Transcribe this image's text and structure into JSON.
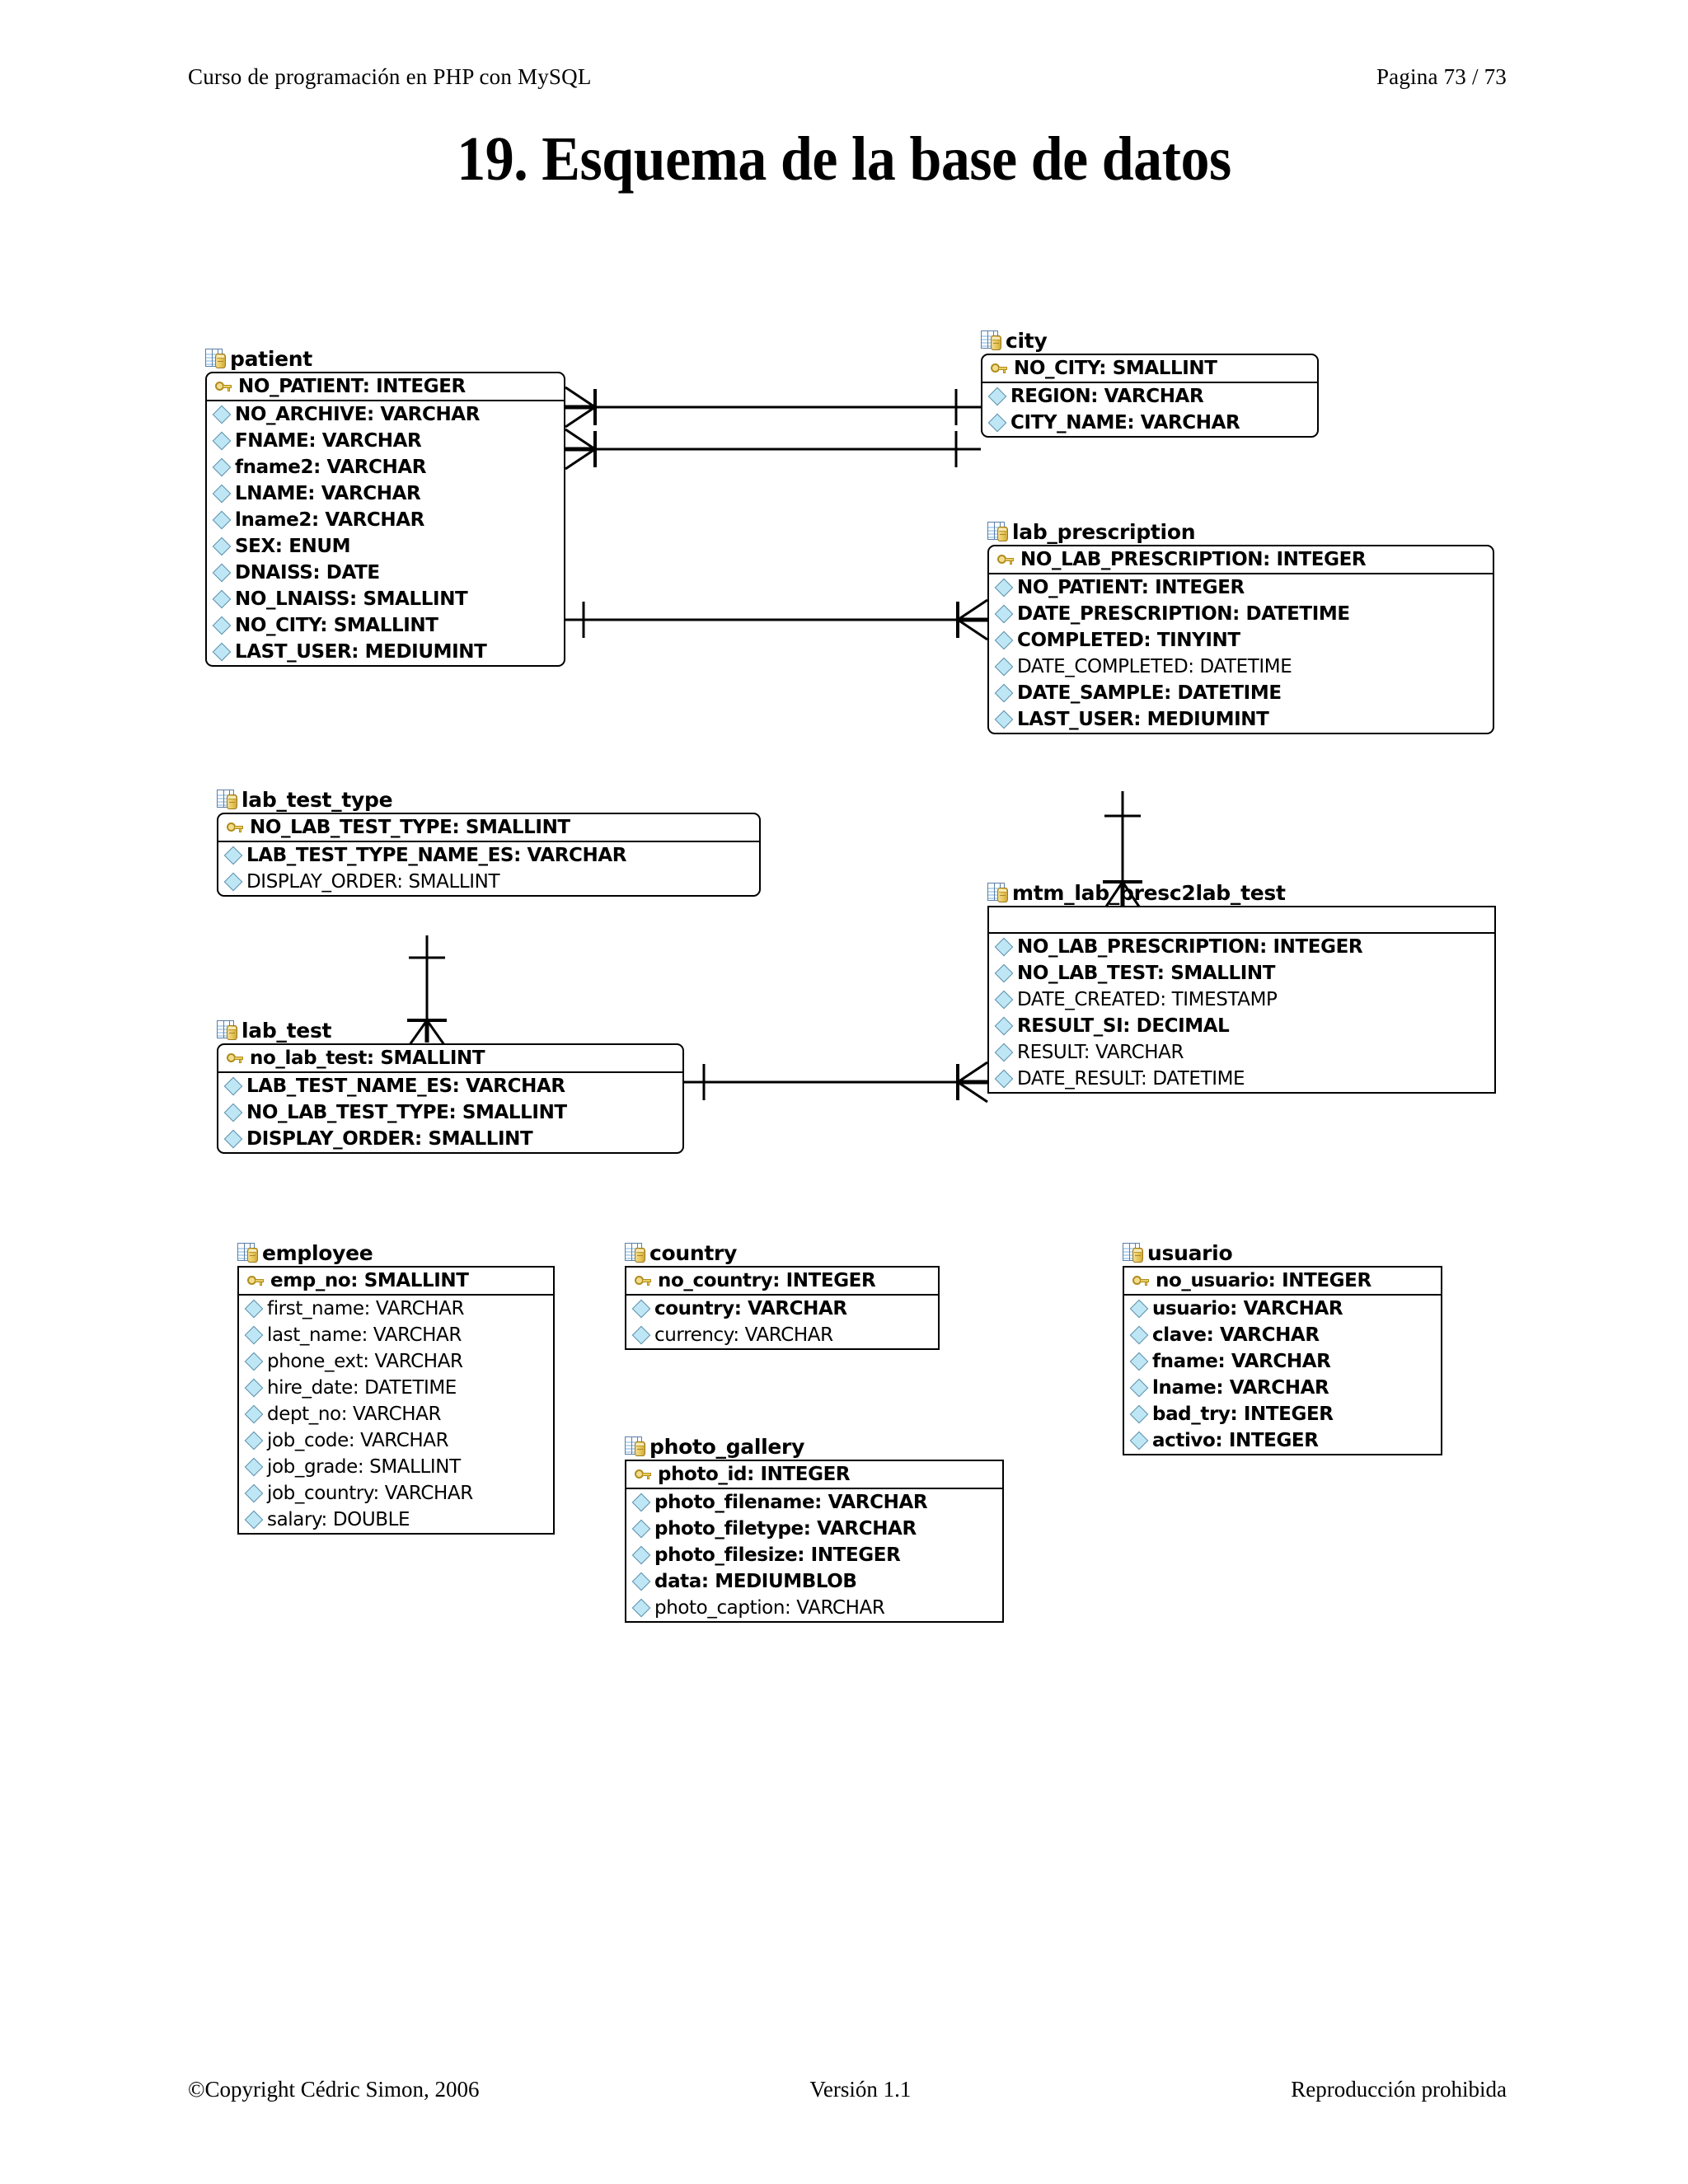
{
  "header": {
    "left": "Curso de programación en PHP con MySQL",
    "right": "Pagina 73 / 73"
  },
  "title": "19. Esquema de la base de datos",
  "footer": {
    "left": "©Copyright Cédric Simon, 2006",
    "middle": "Versión 1.1",
    "right": "Reproducción prohibida"
  },
  "colors": {
    "box_border": "#000000",
    "box_fill": "#ffffff",
    "pk_icon": "#e8cd63",
    "attr_icon": "#bfe6f5",
    "table_icon_blue": "#6f9fd0",
    "table_icon_yellow": "#e8c659",
    "connector": "#000000"
  },
  "diagram": {
    "type": "entity-relationship",
    "notation": "crows-foot",
    "entities": [
      {
        "name": "patient",
        "icon": "table-icon",
        "pk": [
          {
            "label": "NO_PATIENT: INTEGER",
            "icon": "key-icon",
            "bold": true
          }
        ],
        "attributes": [
          {
            "label": "NO_ARCHIVE: VARCHAR",
            "icon": "diamond-icon",
            "bold": true
          },
          {
            "label": "FNAME: VARCHAR",
            "icon": "diamond-icon",
            "bold": true
          },
          {
            "label": "fname2: VARCHAR",
            "icon": "diamond-icon",
            "bold": true
          },
          {
            "label": "LNAME: VARCHAR",
            "icon": "diamond-icon",
            "bold": true
          },
          {
            "label": "lname2: VARCHAR",
            "icon": "diamond-icon",
            "bold": true
          },
          {
            "label": "SEX: ENUM",
            "icon": "diamond-icon",
            "bold": true
          },
          {
            "label": "DNAISS: DATE",
            "icon": "diamond-icon",
            "bold": true
          },
          {
            "label": "NO_LNAISS: SMALLINT",
            "icon": "diamond-icon",
            "bold": true
          },
          {
            "label": "NO_CITY: SMALLINT",
            "icon": "diamond-icon",
            "bold": true
          },
          {
            "label": "LAST_USER: MEDIUMINT",
            "icon": "diamond-icon",
            "bold": true
          }
        ]
      },
      {
        "name": "city",
        "icon": "table-icon",
        "pk": [
          {
            "label": "NO_CITY: SMALLINT",
            "icon": "key-icon",
            "bold": true
          }
        ],
        "attributes": [
          {
            "label": "REGION: VARCHAR",
            "icon": "diamond-icon",
            "bold": true
          },
          {
            "label": "CITY_NAME: VARCHAR",
            "icon": "diamond-icon",
            "bold": true
          }
        ]
      },
      {
        "name": "lab_prescription",
        "icon": "table-icon",
        "pk": [
          {
            "label": "NO_LAB_PRESCRIPTION: INTEGER",
            "icon": "key-icon",
            "bold": true
          }
        ],
        "attributes": [
          {
            "label": "NO_PATIENT: INTEGER",
            "icon": "diamond-icon",
            "bold": true
          },
          {
            "label": "DATE_PRESCRIPTION: DATETIME",
            "icon": "diamond-icon",
            "bold": true
          },
          {
            "label": "COMPLETED: TINYINT",
            "icon": "diamond-icon",
            "bold": true
          },
          {
            "label": "DATE_COMPLETED: DATETIME",
            "icon": "diamond-icon",
            "bold": false
          },
          {
            "label": "DATE_SAMPLE: DATETIME",
            "icon": "diamond-icon",
            "bold": true
          },
          {
            "label": "LAST_USER: MEDIUMINT",
            "icon": "diamond-icon",
            "bold": true
          }
        ]
      },
      {
        "name": "lab_test_type",
        "icon": "table-icon",
        "pk": [
          {
            "label": "NO_LAB_TEST_TYPE: SMALLINT",
            "icon": "key-icon",
            "bold": true
          }
        ],
        "attributes": [
          {
            "label": "LAB_TEST_TYPE_NAME_ES: VARCHAR",
            "icon": "diamond-icon",
            "bold": true
          },
          {
            "label": "DISPLAY_ORDER: SMALLINT",
            "icon": "diamond-icon",
            "bold": false
          }
        ]
      },
      {
        "name": "mtm_lab_presc2lab_test",
        "icon": "table-icon",
        "pk": [
          {
            "label": "",
            "icon": "none",
            "bold": false
          }
        ],
        "attributes": [
          {
            "label": "NO_LAB_PRESCRIPTION: INTEGER",
            "icon": "diamond-icon",
            "bold": true
          },
          {
            "label": "NO_LAB_TEST: SMALLINT",
            "icon": "diamond-icon",
            "bold": true
          },
          {
            "label": "DATE_CREATED: TIMESTAMP",
            "icon": "diamond-icon",
            "bold": false
          },
          {
            "label": "RESULT_SI: DECIMAL",
            "icon": "diamond-icon",
            "bold": true
          },
          {
            "label": "RESULT: VARCHAR",
            "icon": "diamond-icon",
            "bold": false
          },
          {
            "label": "DATE_RESULT: DATETIME",
            "icon": "diamond-icon",
            "bold": false
          }
        ]
      },
      {
        "name": "lab_test",
        "icon": "table-icon",
        "pk": [
          {
            "label": "no_lab_test: SMALLINT",
            "icon": "key-icon",
            "bold": true
          }
        ],
        "attributes": [
          {
            "label": "LAB_TEST_NAME_ES: VARCHAR",
            "icon": "diamond-icon",
            "bold": true
          },
          {
            "label": "NO_LAB_TEST_TYPE: SMALLINT",
            "icon": "diamond-icon",
            "bold": true
          },
          {
            "label": "DISPLAY_ORDER: SMALLINT",
            "icon": "diamond-icon",
            "bold": true
          }
        ]
      },
      {
        "name": "employee",
        "icon": "table-icon",
        "pk": [
          {
            "label": "emp_no: SMALLINT",
            "icon": "key-icon",
            "bold": true
          }
        ],
        "attributes": [
          {
            "label": "first_name: VARCHAR",
            "icon": "diamond-icon",
            "bold": false
          },
          {
            "label": "last_name: VARCHAR",
            "icon": "diamond-icon",
            "bold": false
          },
          {
            "label": "phone_ext: VARCHAR",
            "icon": "diamond-icon",
            "bold": false
          },
          {
            "label": "hire_date: DATETIME",
            "icon": "diamond-icon",
            "bold": false
          },
          {
            "label": "dept_no: VARCHAR",
            "icon": "diamond-icon",
            "bold": false
          },
          {
            "label": "job_code: VARCHAR",
            "icon": "diamond-icon",
            "bold": false
          },
          {
            "label": "job_grade: SMALLINT",
            "icon": "diamond-icon",
            "bold": false
          },
          {
            "label": "job_country: VARCHAR",
            "icon": "diamond-icon",
            "bold": false
          },
          {
            "label": "salary: DOUBLE",
            "icon": "diamond-icon",
            "bold": false
          }
        ]
      },
      {
        "name": "country",
        "icon": "table-icon",
        "pk": [
          {
            "label": "no_country: INTEGER",
            "icon": "key-icon",
            "bold": true
          }
        ],
        "attributes": [
          {
            "label": "country: VARCHAR",
            "icon": "diamond-icon",
            "bold": true
          },
          {
            "label": "currency: VARCHAR",
            "icon": "diamond-icon",
            "bold": false
          }
        ]
      },
      {
        "name": "photo_gallery",
        "icon": "table-icon",
        "pk": [
          {
            "label": "photo_id: INTEGER",
            "icon": "key-icon",
            "bold": true
          }
        ],
        "attributes": [
          {
            "label": "photo_filename: VARCHAR",
            "icon": "diamond-icon",
            "bold": true
          },
          {
            "label": "photo_filetype: VARCHAR",
            "icon": "diamond-icon",
            "bold": true
          },
          {
            "label": "photo_filesize: INTEGER",
            "icon": "diamond-icon",
            "bold": true
          },
          {
            "label": "data: MEDIUMBLOB",
            "icon": "diamond-icon",
            "bold": true
          },
          {
            "label": "photo_caption: VARCHAR",
            "icon": "diamond-icon",
            "bold": false
          }
        ]
      },
      {
        "name": "usuario",
        "icon": "table-icon",
        "pk": [
          {
            "label": "no_usuario: INTEGER",
            "icon": "key-icon",
            "bold": true
          }
        ],
        "attributes": [
          {
            "label": "usuario: VARCHAR",
            "icon": "diamond-icon",
            "bold": true
          },
          {
            "label": "clave: VARCHAR",
            "icon": "diamond-icon",
            "bold": true
          },
          {
            "label": "fname: VARCHAR",
            "icon": "diamond-icon",
            "bold": true
          },
          {
            "label": "lname: VARCHAR",
            "icon": "diamond-icon",
            "bold": true
          },
          {
            "label": "bad_try: INTEGER",
            "icon": "diamond-icon",
            "bold": true
          },
          {
            "label": "activo: INTEGER",
            "icon": "diamond-icon",
            "bold": true
          }
        ]
      }
    ],
    "relationships": [
      {
        "from": "patient",
        "to": "city",
        "from_card": "many",
        "to_card": "one"
      },
      {
        "from": "patient",
        "to": "city",
        "from_card": "many",
        "to_card": "one"
      },
      {
        "from": "patient",
        "to": "lab_prescription",
        "from_card": "one",
        "to_card": "many"
      },
      {
        "from": "lab_prescription",
        "to": "mtm_lab_presc2lab_test",
        "from_card": "one",
        "to_card": "many"
      },
      {
        "from": "lab_test_type",
        "to": "lab_test",
        "from_card": "one",
        "to_card": "many"
      },
      {
        "from": "lab_test",
        "to": "mtm_lab_presc2lab_test",
        "from_card": "one",
        "to_card": "many"
      }
    ]
  }
}
